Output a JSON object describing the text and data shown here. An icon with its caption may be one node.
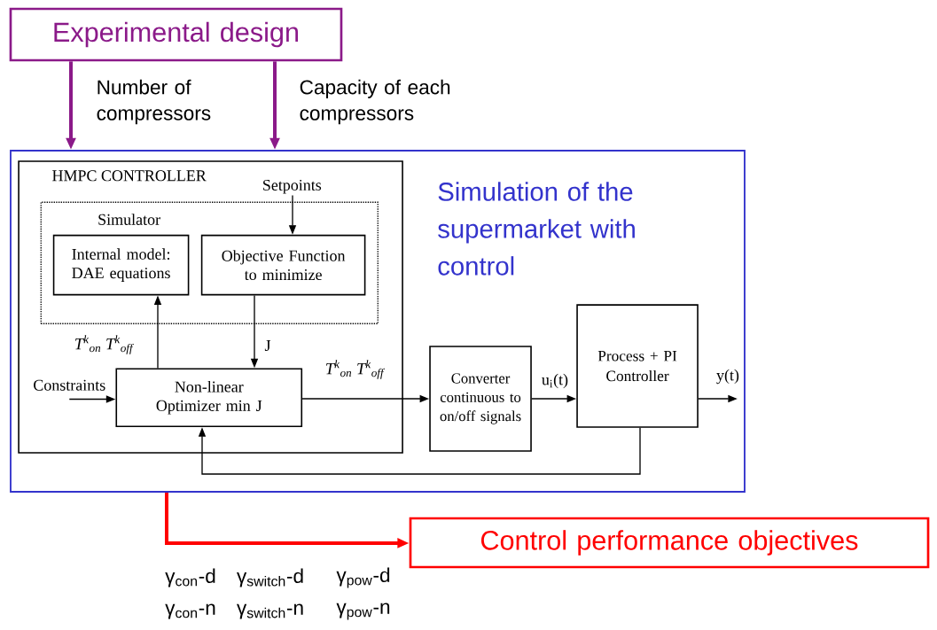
{
  "diagram": {
    "nodes": [
      {
        "text": [
          "Experimental design"
        ]
      },
      {
        "text": [
          "Simulation of the supermarket with control"
        ]
      },
      {
        "text": [
          "HMPC CONTROLLER"
        ],
        "in": 1
      },
      {
        "text": [
          "Simulator"
        ],
        "in": 2
      },
      {
        "text": [
          "Internal model: DAE equations"
        ],
        "in": 3
      },
      {
        "text": [
          "Objective Function to minimize"
        ],
        "in": 3
      },
      {
        "text": [
          "Setpoints"
        ],
        "in": 2
      },
      {
        "text": [
          "Non-linear Optimizer min J"
        ],
        "in": 2
      },
      {
        "text": [
          "Constraints"
        ],
        "in": 2
      },
      {
        "text": [
          "Converter continuous to on/off signals"
        ],
        "in": 1
      },
      {
        "text": [
          "Process + PI Controller"
        ],
        "in": 1
      },
      {
        "text": [
          "Control performance objectives"
        ]
      }
    ],
    "edges": [
      {
        "from": 0,
        "to": 1,
        "arrow": "to",
        "label": "Number of compressors",
        "style": "thick",
        "color": "#8b1a89"
      },
      {
        "from": 0,
        "to": 1,
        "arrow": "to",
        "label": "Capacity of each compressors",
        "style": "thick",
        "color": "#8b1a89"
      },
      {
        "from": 6,
        "to": 5,
        "arrow": "to"
      },
      {
        "from": 5,
        "to": 7,
        "arrow": "to",
        "label": "J"
      },
      {
        "from": 7,
        "to": 4,
        "arrow": "to",
        "label": "T$^{k}$$_{on}$ T$^{k}$$_{off}$"
      },
      {
        "from": 8,
        "to": 7,
        "arrow": "to"
      },
      {
        "from": 7,
        "to": 9,
        "arrow": "to",
        "label": "T$^{k}$$_{on}$ T$^{k}$$_{off}$"
      },
      {
        "from": 9,
        "to": 10,
        "arrow": "to",
        "label": "u$_{i}$(t)"
      },
      {
        "from": 10,
        "to": null,
        "arrow": "to",
        "label": "y(t)"
      },
      {
        "from": 10,
        "to": 7,
        "arrow": "to"
      },
      {
        "from": 1,
        "to": 11,
        "arrow": "to",
        "style": "thick",
        "color": "#ff0000"
      }
    ],
    "labels": [
      "γ$_{con}$-d",
      "γ$_{switch}$-d",
      "γ$_{pow}$-d",
      "γ$_{con}$-n",
      "γ$_{switch}$-n",
      "γ$_{pow}$-n"
    ]
  }
}
